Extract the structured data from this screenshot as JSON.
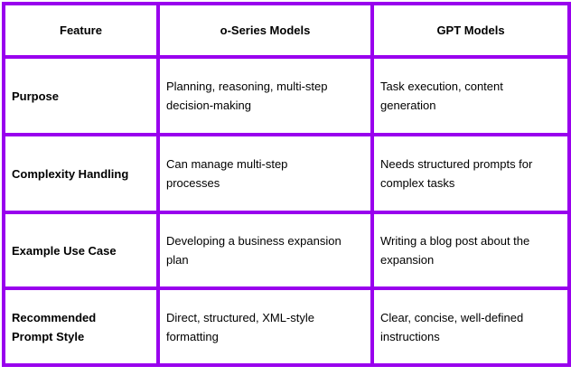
{
  "chart_data": {
    "type": "table",
    "title": "",
    "columns": [
      "Feature",
      "o-Series Models",
      "GPT Models"
    ],
    "rows": [
      [
        "Purpose",
        "Planning, reasoning, multi-step\ndecision-making",
        "Task execution, content\ngeneration"
      ],
      [
        "Complexity Handling",
        "Can manage multi-step\nprocesses",
        "Needs structured prompts for\ncomplex tasks"
      ],
      [
        "Example Use Case",
        "Developing a business expansion\nplan",
        "Writing a blog post about the\nexpansion"
      ],
      [
        "Recommended\nPrompt Style",
        "Direct, structured, XML-style\nformatting",
        "Clear, concise, well-defined\ninstructions"
      ]
    ],
    "layout": {
      "border_color": "#9900EE",
      "background_color": "#FFFFFF",
      "text_color": "#000000",
      "header_bold": true,
      "first_column_bold": true,
      "grid": "all-borders"
    }
  }
}
